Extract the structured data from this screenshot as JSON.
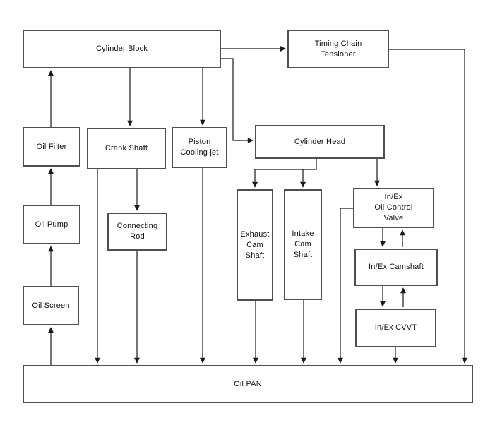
{
  "diagram": {
    "type": "flowchart",
    "subject": "Engine oil circulation diagram",
    "colors": {
      "background": "#ffffff",
      "box_border": "#4f4f4f",
      "line": "#1a1a1a",
      "text": "#111111"
    },
    "nodes": {
      "cylinder_block": {
        "label": "Cylinder Block"
      },
      "timing_chain_tensioner": {
        "label": "Timing Chain\nTensioner"
      },
      "oil_filter": {
        "label": "Oil Filter"
      },
      "crank_shaft": {
        "label": "Crank Shaft"
      },
      "piston_cooling_jet": {
        "label": "Piston\nCooling jet"
      },
      "cylinder_head": {
        "label": "Cylinder Head"
      },
      "oil_pump": {
        "label": "Oil Pump"
      },
      "connecting_rod": {
        "label": "Connecting\nRod"
      },
      "oil_screen": {
        "label": "Oil Screen"
      },
      "exhaust_cam_shaft": {
        "label": "Exhaust\nCam\nShaft"
      },
      "intake_cam_shaft": {
        "label": "Intake\nCam\nShaft"
      },
      "in_ex_oil_control_valve": {
        "label": "In/Ex\nOil Control\nValve"
      },
      "in_ex_camshaft": {
        "label": "In/Ex Camshaft"
      },
      "in_ex_cvvt": {
        "label": "In/Ex CVVT"
      },
      "oil_pan": {
        "label": "Oil PAN"
      }
    },
    "edges": [
      {
        "from": "oil_pan",
        "to": "oil_screen"
      },
      {
        "from": "oil_screen",
        "to": "oil_pump"
      },
      {
        "from": "oil_pump",
        "to": "oil_filter"
      },
      {
        "from": "oil_filter",
        "to": "cylinder_block"
      },
      {
        "from": "cylinder_block",
        "to": "crank_shaft"
      },
      {
        "from": "cylinder_block",
        "to": "piston_cooling_jet"
      },
      {
        "from": "cylinder_block",
        "to": "timing_chain_tensioner"
      },
      {
        "from": "cylinder_block",
        "to": "cylinder_head"
      },
      {
        "from": "timing_chain_tensioner",
        "to": "oil_pan"
      },
      {
        "from": "cylinder_head",
        "to": "exhaust_cam_shaft"
      },
      {
        "from": "cylinder_head",
        "to": "intake_cam_shaft"
      },
      {
        "from": "cylinder_head",
        "to": "in_ex_oil_control_valve"
      },
      {
        "from": "in_ex_oil_control_valve",
        "to": "in_ex_camshaft"
      },
      {
        "from": "in_ex_camshaft",
        "to": "in_ex_oil_control_valve"
      },
      {
        "from": "in_ex_camshaft",
        "to": "in_ex_cvvt"
      },
      {
        "from": "in_ex_cvvt",
        "to": "in_ex_camshaft"
      },
      {
        "from": "crank_shaft",
        "to": "oil_pan"
      },
      {
        "from": "crank_shaft",
        "to": "connecting_rod"
      },
      {
        "from": "connecting_rod",
        "to": "oil_pan"
      },
      {
        "from": "piston_cooling_jet",
        "to": "oil_pan"
      },
      {
        "from": "exhaust_cam_shaft",
        "to": "oil_pan"
      },
      {
        "from": "intake_cam_shaft",
        "to": "oil_pan"
      },
      {
        "from": "in_ex_oil_control_valve",
        "to": "oil_pan"
      },
      {
        "from": "in_ex_cvvt",
        "to": "oil_pan"
      }
    ]
  }
}
